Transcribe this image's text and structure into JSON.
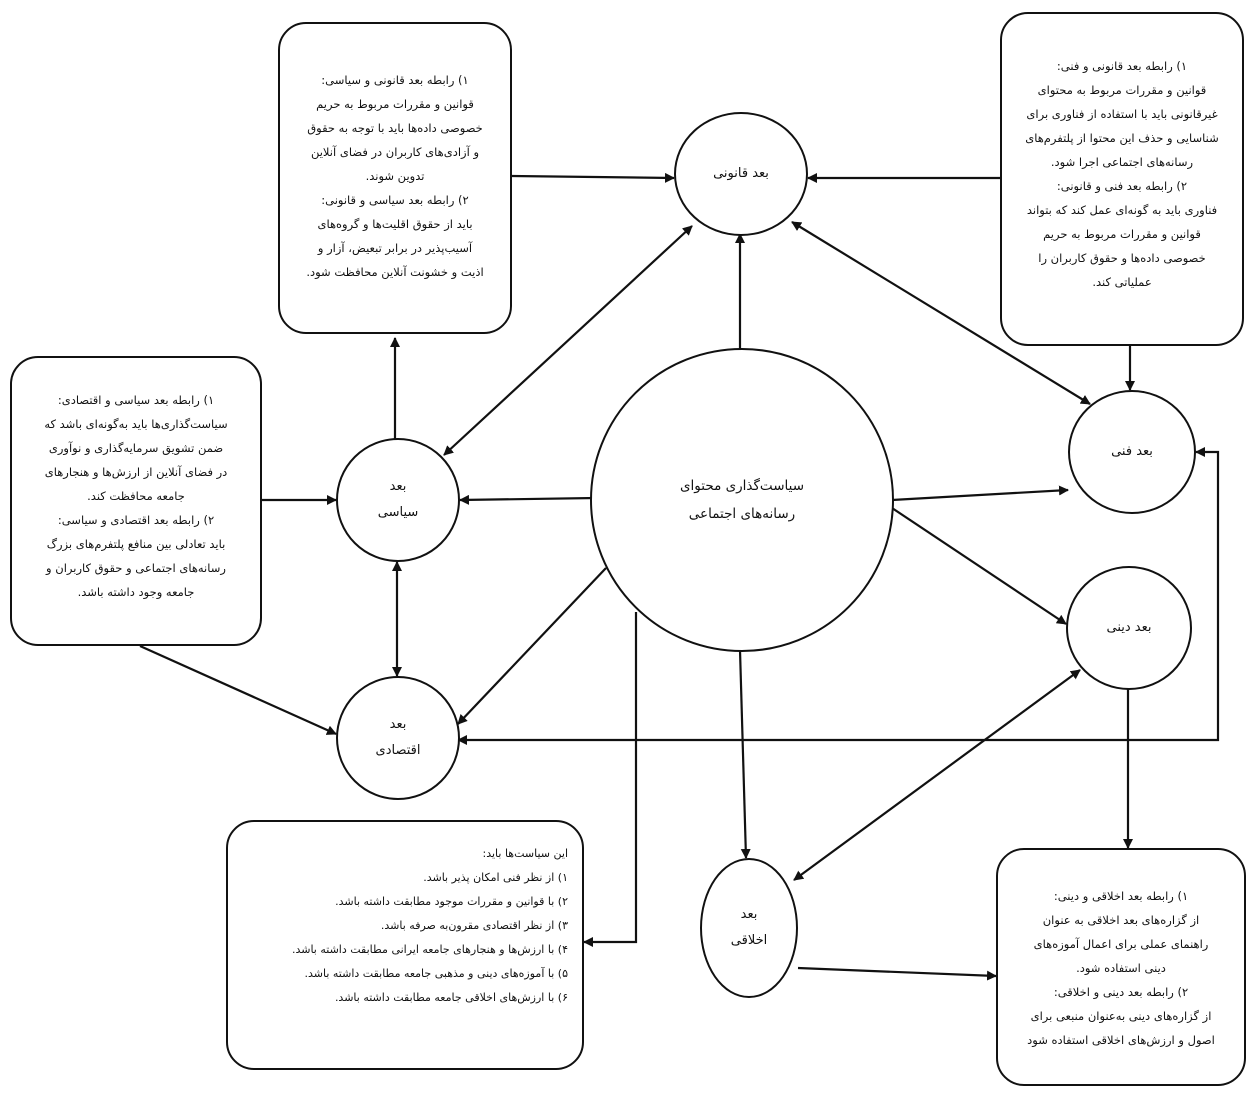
{
  "center": {
    "lines": [
      "سیاست‌گذاری محتوای",
      "رسانه‌های اجتماعی"
    ]
  },
  "nodes": {
    "legal": {
      "lines": [
        "بعد قانونی"
      ]
    },
    "political": {
      "lines": [
        "بعد",
        "سیاسی"
      ]
    },
    "economic": {
      "lines": [
        "بعد",
        "اقتصادی"
      ]
    },
    "technical": {
      "lines": [
        "بعد فنی"
      ]
    },
    "religious": {
      "lines": [
        "بعد دینی"
      ]
    },
    "ethical": {
      "lines": [
        "بعد",
        "اخلاقی"
      ]
    }
  },
  "boxes": {
    "legal_political": {
      "lines": [
        "۱) رابطه بعد قانونی و سیاسی:",
        "قوانین و مقررات مربوط به حریم",
        "خصوصی داده‌ها باید با توجه به حقوق",
        "و آزادی‌های کاربران در فضای آنلاین",
        "تدوین شوند.",
        "۲) رابطه بعد سیاسی و قانونی:",
        "باید از حقوق اقلیت‌ها و گروه‌های",
        "آسیب‌پذیر در برابر تبعیض، آزار و",
        "اذیت و خشونت آنلاین محافظت شود."
      ]
    },
    "legal_technical": {
      "lines": [
        "۱) رابطه بعد قانونی و فنی:",
        "قوانین و مقررات مربوط به محتوای",
        "غیرقانونی باید با استفاده از فناوری برای",
        "شناسایی و حذف این محتوا از پلتفرم‌های",
        "رسانه‌های اجتماعی اجرا شود.",
        "۲) رابطه بعد فنی و قانونی:",
        "فناوری باید به گونه‌ای عمل کند که بتواند",
        "قوانین و مقررات مربوط به حریم",
        "خصوصی داده‌ها و حقوق کاربران را",
        "عملیاتی کند."
      ]
    },
    "political_economic": {
      "lines": [
        "۱) رابطه بعد سیاسی و اقتصادی:",
        "سیاست‌گذاری‌ها باید به‌گونه‌ای باشد که",
        "ضمن تشویق سرمایه‌گذاری و نوآوری",
        "در فضای آنلاین از ارزش‌ها و هنجارهای",
        "جامعه محافظت کند.",
        "۲) رابطه بعد اقتصادی و سیاسی:",
        "باید تعادلی بین منافع پلتفرم‌های بزرگ",
        "رسانه‌های اجتماعی و حقوق کاربران و",
        "جامعه وجود داشته باشد."
      ]
    },
    "policy_requirements": {
      "lines": [
        "این سیاست‌ها باید:",
        "۱) از نظر فنی امکان پذیر باشد.",
        "۲) با قوانین و مقررات موجود مطابقت داشته باشد.",
        "۳) از نظر اقتصادی مقرون‌به صرفه باشد.",
        "۴) با ارزش‌ها و هنجارهای جامعه ایرانی مطابقت داشته باشد.",
        "۵) با آموزه‌های دینی و مذهبی جامعه مطابقت داشته باشد.",
        "۶) با ارزش‌های اخلاقی جامعه مطابقت داشته باشد."
      ]
    },
    "ethical_religious": {
      "lines": [
        "۱) رابطه بعد اخلاقی و دینی:",
        "از گزاره‌های بعد اخلاقی به عنوان",
        "راهنمای عملی برای اعمال آموزه‌های",
        "دینی استفاده شود.",
        "۲) رابطه بعد دینی و اخلاقی:",
        "از گزاره‌های دینی به‌عنوان منبعی برای",
        "اصول و ارزش‌های اخلاقی استفاده شود"
      ]
    }
  }
}
